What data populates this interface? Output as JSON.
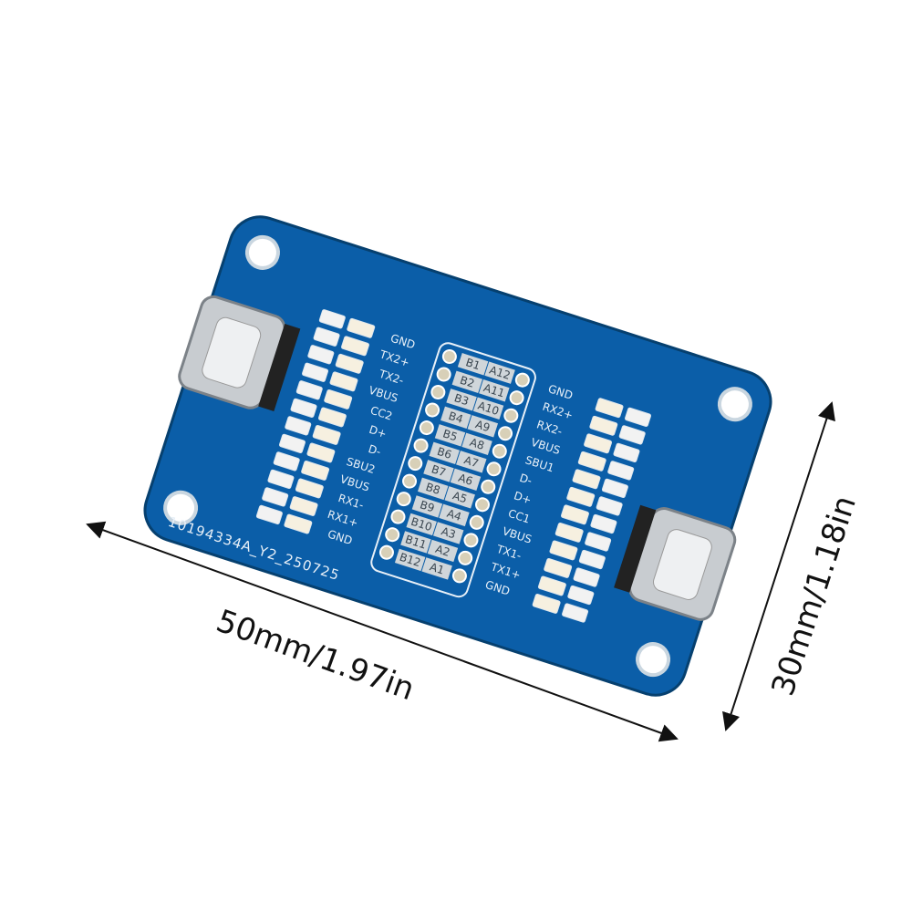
{
  "board": {
    "serial": "10194334A_Y2_250725",
    "color": "#0b5ea8",
    "left_labels": [
      "GND",
      "TX2+",
      "TX2-",
      "VBUS",
      "CC2",
      "D+",
      "D-",
      "SBU2",
      "VBUS",
      "RX1-",
      "RX1+",
      "GND"
    ],
    "right_labels": [
      "GND",
      "RX2+",
      "RX2-",
      "VBUS",
      "SBU1",
      "D-",
      "D+",
      "CC1",
      "VBUS",
      "TX1-",
      "TX1+",
      "GND"
    ],
    "b_pins": [
      "B1",
      "B2",
      "B3",
      "B4",
      "B5",
      "B6",
      "B7",
      "B8",
      "B9",
      "B10",
      "B11",
      "B12"
    ],
    "a_pins": [
      "A12",
      "A11",
      "A10",
      "A9",
      "A8",
      "A7",
      "A6",
      "A5",
      "A4",
      "A3",
      "A2",
      "A1"
    ]
  },
  "dimensions": {
    "width_label": "50mm/1.97in",
    "height_label": "30mm/1.18in"
  }
}
